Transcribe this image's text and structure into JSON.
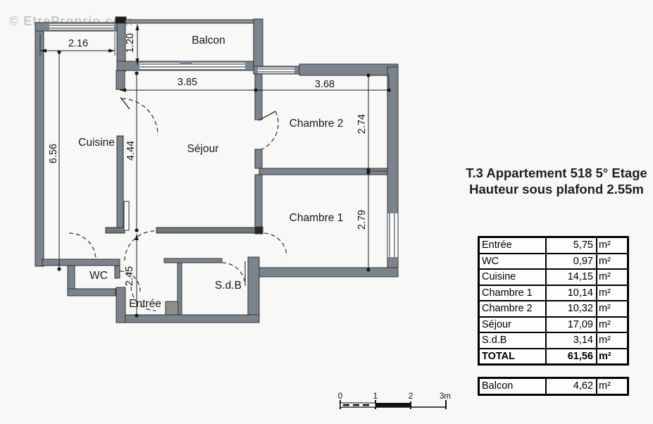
{
  "watermark": "© EtreProprio.com",
  "title": {
    "line1": "T.3  Appartement  518 5° Etage",
    "line2": "Hauteur sous plafond 2.55m"
  },
  "plan": {
    "rooms": {
      "balcon": "Balcon",
      "cuisine": "Cuisine",
      "sejour": "Séjour",
      "chambre2": "Chambre 2",
      "chambre1": "Chambre 1",
      "wc": "WC",
      "sdb": "S.d.B",
      "entree": "Entrée"
    },
    "dims": {
      "top_left_width": "2.16",
      "balcony_depth": "1.20",
      "sejour_width": "3.85",
      "chambre2_width": "3.68",
      "chambre2_height": "2.74",
      "chambre1_height": "2.79",
      "left_height": "6.56",
      "sejour_height": "4.44",
      "hall_height": "2.45"
    }
  },
  "areas_table": {
    "rows": [
      {
        "name": "Entrée",
        "value": "5,75",
        "unit": "m²"
      },
      {
        "name": "WC",
        "value": "0,97",
        "unit": "m²"
      },
      {
        "name": "Cuisine",
        "value": "14,15",
        "unit": "m²"
      },
      {
        "name": "Chambre 1",
        "value": "10,14",
        "unit": "m²"
      },
      {
        "name": "Chambre 2",
        "value": "10,32",
        "unit": "m²"
      },
      {
        "name": "Séjour",
        "value": "17,09",
        "unit": "m²"
      },
      {
        "name": "S.d.B",
        "value": "3,14",
        "unit": "m²"
      },
      {
        "name": "TOTAL",
        "value": "61,56",
        "unit": "m²"
      }
    ]
  },
  "balcony_table": {
    "name": "Balcon",
    "value": "4,62",
    "unit": "m²"
  },
  "scale_bar": {
    "labels": [
      "0",
      "1",
      "2",
      "3m"
    ]
  },
  "colors": {
    "wall": "#7b848c",
    "paper": "#f8f8f6",
    "line": "#1a1a1a"
  }
}
